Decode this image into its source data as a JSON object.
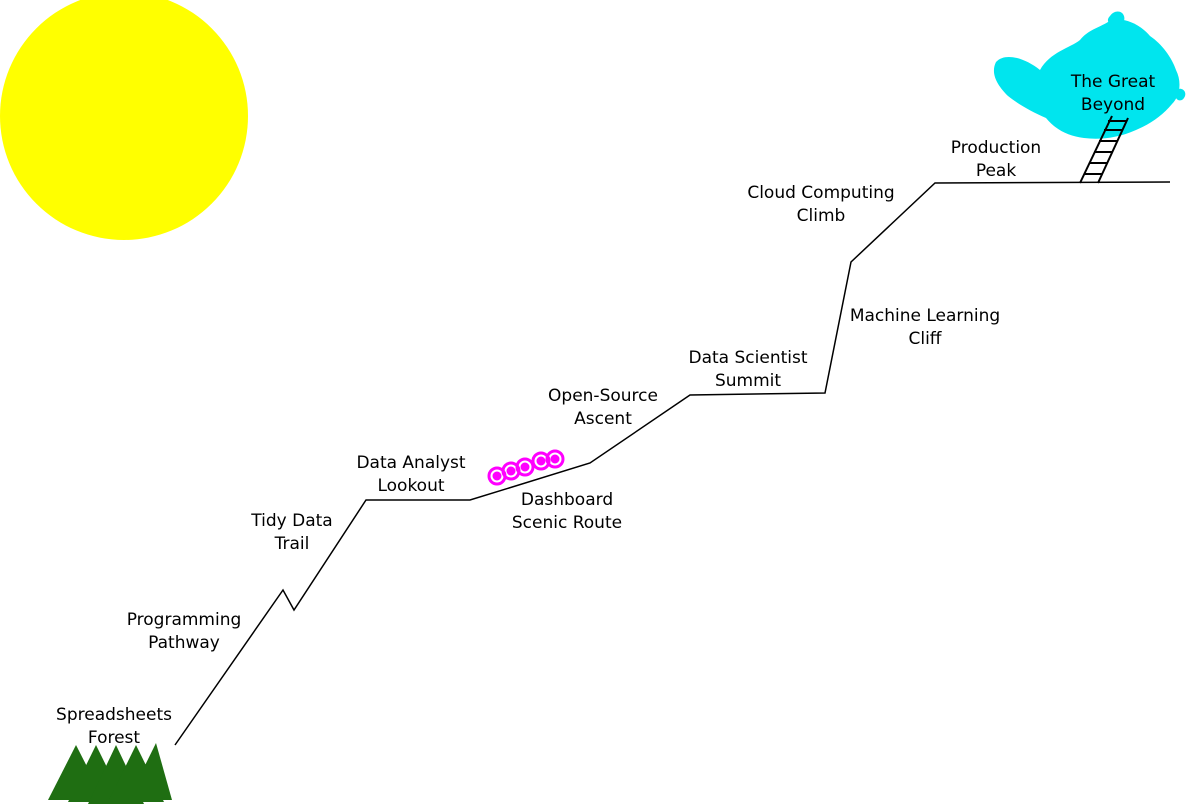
{
  "colors": {
    "sun": "#ffff00",
    "trees": "#1f6e12",
    "flowers": "#ff00ff",
    "cloud": "#00e5ee",
    "path": "#000000",
    "background": "#ffffff"
  },
  "icons": [
    "sun-icon",
    "tree-icon",
    "flower-icon",
    "cloud-icon",
    "ladder-icon"
  ],
  "stages": [
    {
      "id": "spreadsheets-forest",
      "lines": [
        "Spreadsheets",
        "Forest"
      ]
    },
    {
      "id": "programming-pathway",
      "lines": [
        "Programming",
        "Pathway"
      ]
    },
    {
      "id": "tidy-data-trail",
      "lines": [
        "Tidy Data",
        "Trail"
      ]
    },
    {
      "id": "data-analyst-lookout",
      "lines": [
        "Data Analyst",
        "Lookout"
      ]
    },
    {
      "id": "dashboard-scenic-route",
      "lines": [
        "Dashboard",
        "Scenic Route"
      ]
    },
    {
      "id": "open-source-ascent",
      "lines": [
        "Open-Source",
        "Ascent"
      ]
    },
    {
      "id": "data-scientist-summit",
      "lines": [
        "Data Scientist",
        "Summit"
      ]
    },
    {
      "id": "machine-learning-cliff",
      "lines": [
        "Machine Learning",
        "Cliff"
      ]
    },
    {
      "id": "cloud-computing-climb",
      "lines": [
        "Cloud Computing",
        "Climb"
      ]
    },
    {
      "id": "production-peak",
      "lines": [
        "Production",
        "Peak"
      ]
    },
    {
      "id": "the-great-beyond",
      "lines": [
        "The Great",
        "Beyond"
      ]
    }
  ]
}
